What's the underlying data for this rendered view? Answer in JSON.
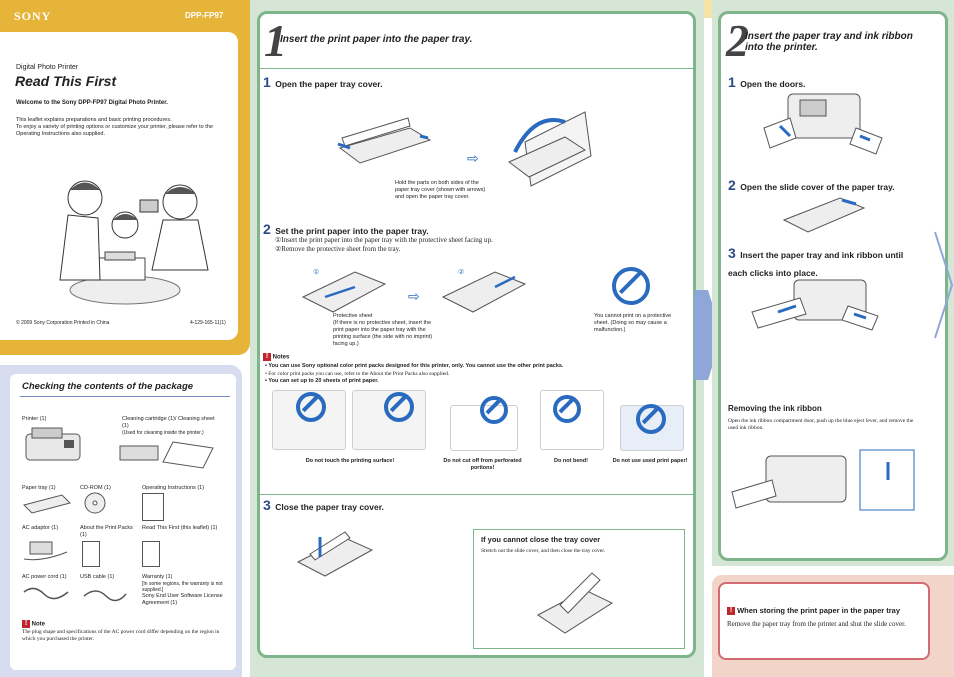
{
  "header": {
    "brand": "SONY",
    "model": "DPP-FP97"
  },
  "intro": {
    "category": "Digital Photo Printer",
    "title": "Read This First",
    "welcome": "Welcome to the Sony DPP-FP97 Digital Photo Printer.",
    "p1": "This leaflet explains preparations and basic printing procedures.",
    "p2": "To enjoy a variety of printing options or customize your printer, please refer to the Operating Instructions also supplied.",
    "copyright": "© 2009 Sony Corporation   Printed in China",
    "partno": "4-129-165-11(1)"
  },
  "contents": {
    "title": "Checking the contents of the package",
    "items": {
      "printer": "Printer (1)",
      "cleaning": "Cleaning cartridge (1)/ Cleaning sheet (1)",
      "cleaning_note": "(Used for cleaning inside the printer.)",
      "tray": "Paper tray (1)",
      "cdrom": "CD-ROM (1)",
      "opinst": "Operating Instructions (1)",
      "adaptor": "AC adaptor (1)",
      "aboutpacks": "About the Print Packs (1)",
      "readfirst": "Read This First (this leaflet) (1)",
      "cord": "AC power cord (1)",
      "usb": "USB cable (1)",
      "warranty": "Warranty (1)",
      "warranty_note": "[In some regions, the warranty is not supplied.]",
      "eula": "Sony End User Software License Agreement (1)"
    },
    "note_label": "Note",
    "note_text": "The plug shape and specifications of the AC power cord differ depending on the region in which you purchased the printer."
  },
  "step1": {
    "num": "1",
    "title": "Insert the print paper into the paper tray.",
    "s1_num": "1",
    "s1_title": "Open the paper tray cover.",
    "s1_caption": "Hold the parts on both sides of the paper tray cover (shown with arrows) and open the paper tray cover.",
    "s2_num": "2",
    "s2_title": "Set the print paper into the paper tray.",
    "s2_a": "①Insert the print paper into the paper tray with the protective sheet facing up.",
    "s2_b": "②Remove the protective sheet from the tray.",
    "circle1": "①",
    "circle2": "②",
    "protective": "Protective sheet",
    "protective_note": "(If there is no protective sheet, insert the print paper into the paper tray with the printing surface (the side with no imprint) facing up.)",
    "cannot_print": "You cannot print on a protective sheet. (Doing so may cause a malfunction.)",
    "notes_label": "Notes",
    "note1": "• You can use Sony optional color print packs designed for this printer, only. You cannot use the other print packs.",
    "note2": "• For color print packs you can use, refer to the About the Print Packs also supplied.",
    "note3": "• You can set up to 20 sheets of print paper.",
    "cap_touch": "Do not touch the printing surface!",
    "cap_cut": "Do not cut off from perforated portions!",
    "cap_bend": "Do not bend!",
    "cap_used": "Do not use used print paper!",
    "s3_num": "3",
    "s3_title": "Close the paper tray cover.",
    "cannot_close_title": "If you cannot close the tray cover",
    "cannot_close_text": "Stretch out the slide cover, and then close the tray cover."
  },
  "step2": {
    "num": "2",
    "title": "Insert the paper tray and ink ribbon into the printer.",
    "s1_num": "1",
    "s1_title": "Open the doors.",
    "s2_num": "2",
    "s2_title": "Open the slide cover of the paper tray.",
    "s3_num": "3",
    "s3_title": "Insert the paper tray and ink ribbon until each clicks into place.",
    "remove_title": "Removing the ink ribbon",
    "remove_text": "Open the ink ribbon compartment door, push up the blue eject lever, and remove the used ink ribbon."
  },
  "storing": {
    "title": "When storing the print paper in the paper tray",
    "text": "Remove the paper tray from the printer and shut the slide cover."
  },
  "colors": {
    "yellow": "#e7b43a",
    "green": "#7fb58b",
    "blue": "#2a6bbf",
    "red": "#c0262d"
  }
}
